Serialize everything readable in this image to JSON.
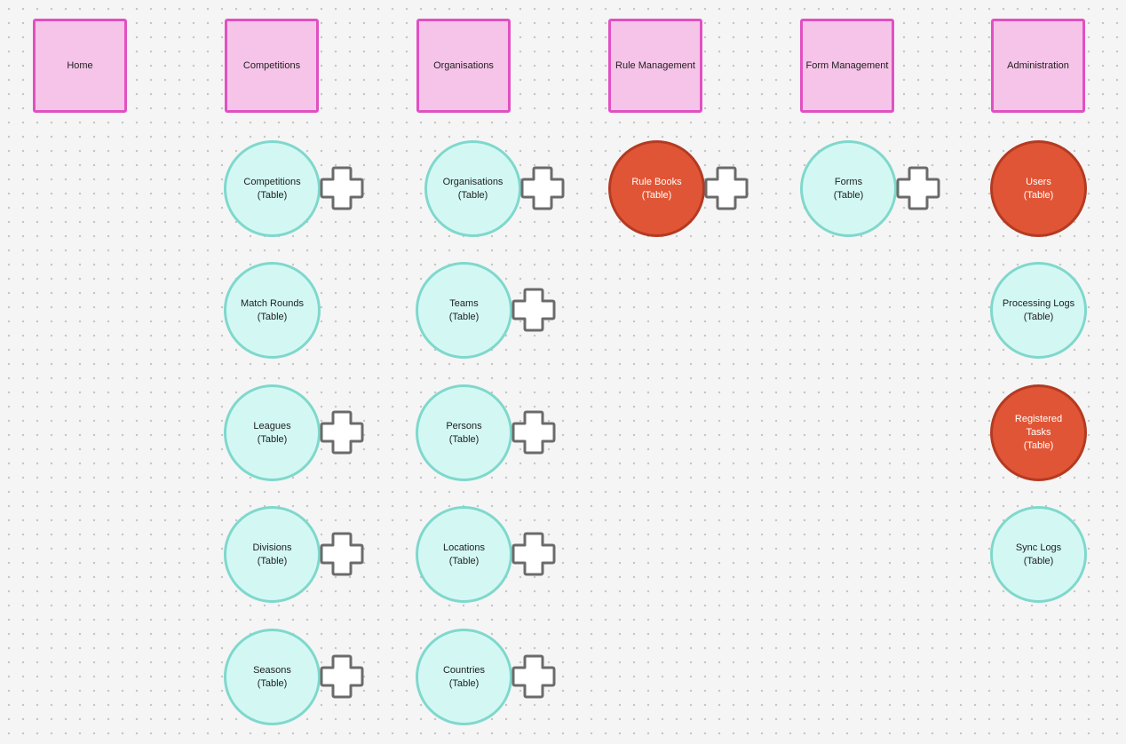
{
  "colors": {
    "canvas_bg": "#f5f5f5",
    "section_fill": "#f6c4e8",
    "section_border": "#e150c2",
    "table_fill": "#d3f8f4",
    "table_border": "#7fd8cc",
    "highlight_fill": "#e05535",
    "highlight_border": "#b43a22",
    "add_icon_border": "#6b6b6b"
  },
  "columns": [
    {
      "title": "Home",
      "nodes": []
    },
    {
      "title": "Competitions",
      "nodes": [
        {
          "label": "Competitions",
          "sub": "(Table)",
          "highlight": false,
          "add": true
        },
        {
          "label": "Match Rounds",
          "sub": "(Table)",
          "highlight": false,
          "add": false
        },
        {
          "label": "Leagues",
          "sub": "(Table)",
          "highlight": false,
          "add": true
        },
        {
          "label": "Divisions",
          "sub": "(Table)",
          "highlight": false,
          "add": true
        },
        {
          "label": "Seasons",
          "sub": "(Table)",
          "highlight": false,
          "add": true
        }
      ]
    },
    {
      "title": "Organisations",
      "nodes": [
        {
          "label": "Organisations",
          "sub": "(Table)",
          "highlight": false,
          "add": true
        },
        {
          "label": "Teams",
          "sub": "(Table)",
          "highlight": false,
          "add": true
        },
        {
          "label": "Persons",
          "sub": "(Table)",
          "highlight": false,
          "add": true
        },
        {
          "label": "Locations",
          "sub": "(Table)",
          "highlight": false,
          "add": true
        },
        {
          "label": "Countries",
          "sub": "(Table)",
          "highlight": false,
          "add": true
        }
      ]
    },
    {
      "title": "Rule Management",
      "nodes": [
        {
          "label": "Rule Books",
          "sub": "(Table)",
          "highlight": true,
          "add": true
        }
      ]
    },
    {
      "title": "Form Management",
      "nodes": [
        {
          "label": "Forms",
          "sub": "(Table)",
          "highlight": false,
          "add": true
        }
      ]
    },
    {
      "title": "Administration",
      "nodes": [
        {
          "label": "Users",
          "sub": "(Table)",
          "highlight": true,
          "add": false
        },
        {
          "label": "Processing Logs",
          "sub": "(Table)",
          "highlight": false,
          "add": false
        },
        {
          "label": "Registered Tasks",
          "sub": "(Table)",
          "highlight": true,
          "add": false
        },
        {
          "label": "Sync Logs",
          "sub": "(Table)",
          "highlight": false,
          "add": false
        }
      ]
    }
  ]
}
